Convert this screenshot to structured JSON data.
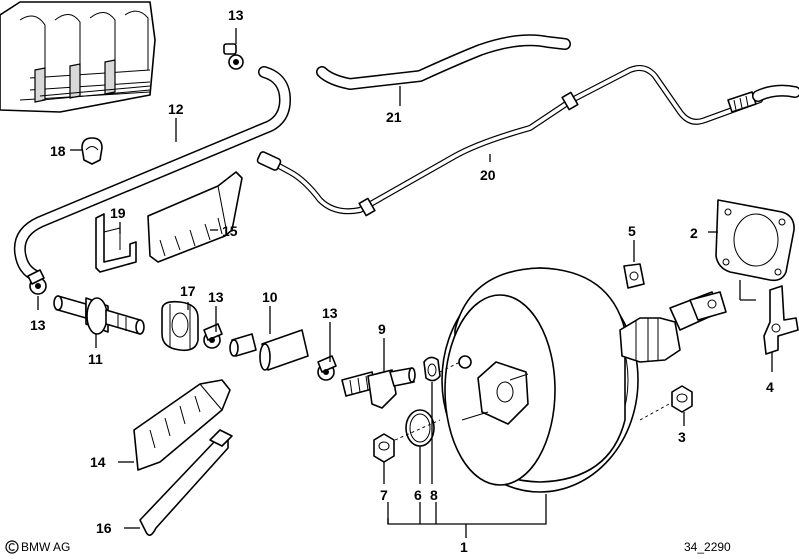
{
  "callouts": {
    "c1": "1",
    "c2": "2",
    "c3": "3",
    "c4": "4",
    "c5": "5",
    "c6": "6",
    "c7": "7",
    "c8": "8",
    "c9": "9",
    "c10": "10",
    "c11": "11",
    "c12": "12",
    "c13a": "13",
    "c13b": "13",
    "c13c": "13",
    "c13d": "13",
    "c14": "14",
    "c15": "15",
    "c16": "16",
    "c17": "17",
    "c18": "18",
    "c19": "19",
    "c20": "20",
    "c21": "21"
  },
  "footer": {
    "brand": "BMW AG",
    "drawing_number": "34_2290"
  }
}
